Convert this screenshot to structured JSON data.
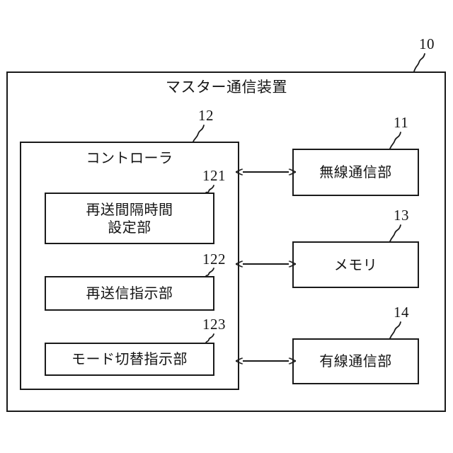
{
  "figure": {
    "type": "patent-block-diagram",
    "background_color": "#ffffff",
    "line_color": "#1a1a1a",
    "text_color": "#141414"
  },
  "outer": {
    "title": "マスター通信装置",
    "ref": "10"
  },
  "controller": {
    "title": "コントローラ",
    "ref": "12",
    "blocks": [
      {
        "label": "再送間隔時間\n設定部",
        "ref": "121"
      },
      {
        "label": "再送信指示部",
        "ref": "122"
      },
      {
        "label": "モード切替指示部",
        "ref": "123"
      }
    ]
  },
  "peripherals": [
    {
      "label": "無線通信部",
      "ref": "11"
    },
    {
      "label": "メモリ",
      "ref": "13"
    },
    {
      "label": "有線通信部",
      "ref": "14"
    }
  ],
  "connections": [
    {
      "from": "controller",
      "to": "無線通信部",
      "style": "double-arrow"
    },
    {
      "from": "controller",
      "to": "メモリ",
      "style": "double-arrow"
    },
    {
      "from": "controller",
      "to": "有線通信部",
      "style": "double-arrow"
    }
  ]
}
